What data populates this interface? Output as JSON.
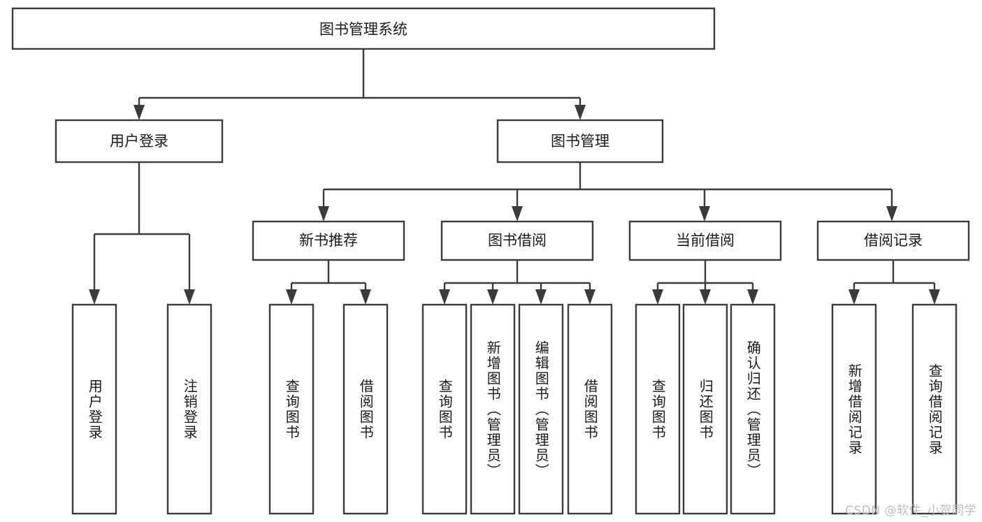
{
  "diagram": {
    "type": "tree-hierarchy-chart",
    "title_node": {
      "label": "图书管理系统"
    },
    "level2": [
      {
        "id": "user-login",
        "label": "用户登录"
      },
      {
        "id": "book-management",
        "label": "图书管理"
      }
    ],
    "level3": [
      {
        "id": "new-book-recommend",
        "label": "新书推荐",
        "parent": "book-management"
      },
      {
        "id": "book-borrow",
        "label": "图书借阅",
        "parent": "book-management"
      },
      {
        "id": "current-borrow",
        "label": "当前借阅",
        "parent": "book-management"
      },
      {
        "id": "borrow-record",
        "label": "借阅记录",
        "parent": "book-management"
      }
    ],
    "leaves": [
      {
        "id": "leaf-user-login",
        "label": "用户登录",
        "parent": "user-login"
      },
      {
        "id": "leaf-logout",
        "label": "注销登录",
        "parent": "user-login"
      },
      {
        "id": "leaf-query-book-1",
        "label": "查询图书",
        "parent": "new-book-recommend"
      },
      {
        "id": "leaf-borrow-book-1",
        "label": "借阅图书",
        "parent": "new-book-recommend"
      },
      {
        "id": "leaf-query-book-2",
        "label": "查询图书",
        "parent": "book-borrow"
      },
      {
        "id": "leaf-add-book",
        "label": "新增图书（管理员）",
        "parent": "book-borrow"
      },
      {
        "id": "leaf-edit-book",
        "label": "编辑图书（管理员）",
        "parent": "book-borrow"
      },
      {
        "id": "leaf-borrow-book-2",
        "label": "借阅图书",
        "parent": "book-borrow"
      },
      {
        "id": "leaf-query-book-3",
        "label": "查询图书",
        "parent": "current-borrow"
      },
      {
        "id": "leaf-return-book",
        "label": "归还图书",
        "parent": "current-borrow"
      },
      {
        "id": "leaf-confirm-return",
        "label": "确认归还（管理员）",
        "parent": "current-borrow"
      },
      {
        "id": "leaf-add-record",
        "label": "新增借阅记录",
        "parent": "borrow-record"
      },
      {
        "id": "leaf-query-record",
        "label": "查询借阅记录",
        "parent": "borrow-record"
      }
    ],
    "colors": {
      "stroke": "#3b3b3b",
      "box_fill": "#ffffff",
      "text": "#1a1a1a",
      "background": "#ffffff",
      "watermark": "#bdbdbd"
    }
  },
  "watermark": {
    "text": "CSDN @软件_小贺同学"
  }
}
